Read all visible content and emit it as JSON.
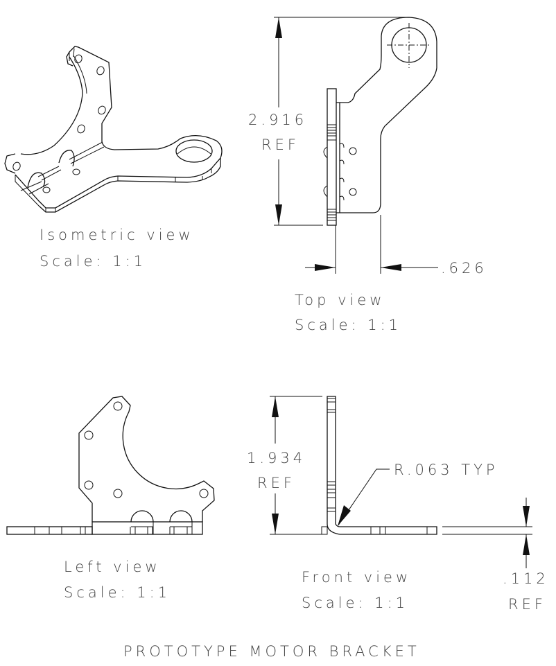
{
  "title": "PROTOTYPE MOTOR BRACKET",
  "views": {
    "isometric": {
      "label": "Isometric view",
      "scale": "Scale:  1:1"
    },
    "top": {
      "label": "Top view",
      "scale": "Scale:  1:1"
    },
    "left": {
      "label": "Left view",
      "scale": "Scale:  1:1"
    },
    "front": {
      "label": "Front view",
      "scale": "Scale:  1:1"
    }
  },
  "dimensions": {
    "top_height": {
      "value": "2.916",
      "note": "REF"
    },
    "top_offset": {
      "value": ".626"
    },
    "front_height": {
      "value": "1.934",
      "note": "REF"
    },
    "bend_radius": {
      "value": "R.063 TYP"
    },
    "thickness": {
      "value": ".112",
      "note": "REF"
    }
  }
}
